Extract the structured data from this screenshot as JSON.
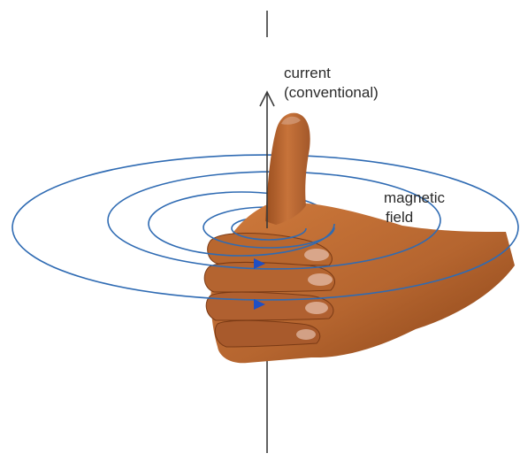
{
  "labels": {
    "current_line1": "current",
    "current_line2": "(conventional)",
    "field_line1": "magnetic",
    "field_line2": "field"
  },
  "colors": {
    "field_lines": "#2f6bb3",
    "arrowheads": "#1f4fc4",
    "wire": "#3a3a3a",
    "skin": "#b5652f",
    "skin_shadow": "#7a3a15",
    "nail": "#d9a68a"
  },
  "icons": [
    "right-hand-thumbs-up",
    "current-arrow-icon",
    "field-direction-arrow-icon"
  ]
}
